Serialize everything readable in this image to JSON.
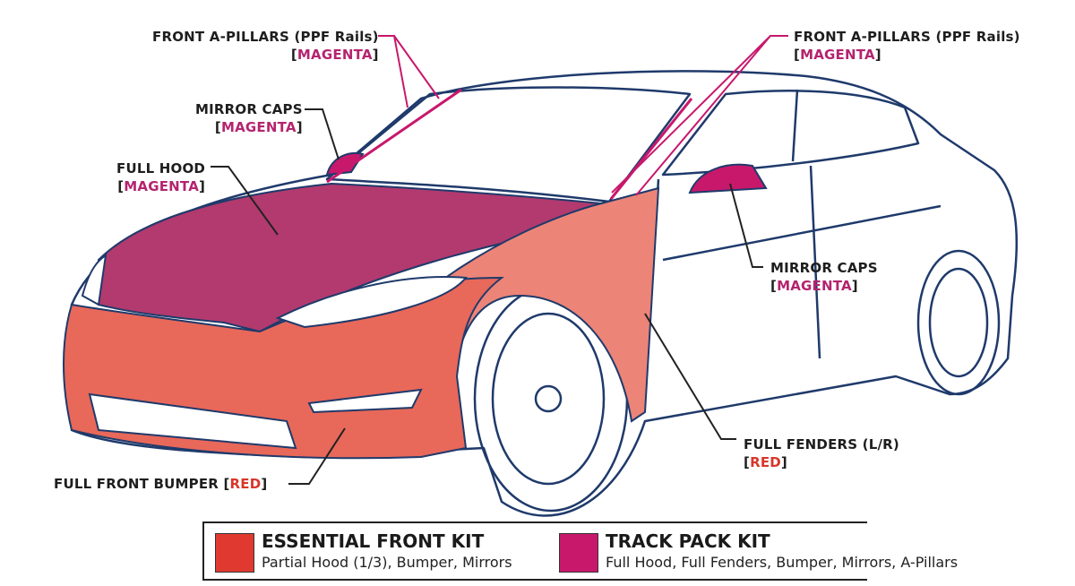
{
  "callouts": {
    "a_pillars_left": {
      "title": "FRONT A-PILLARS (PPF Rails)",
      "color_label": "MAGENTA"
    },
    "a_pillars_right": {
      "title": "FRONT A-PILLARS (PPF Rails)",
      "color_label": "MAGENTA"
    },
    "mirror_caps_left": {
      "title": "MIRROR CAPS",
      "color_label": "MAGENTA"
    },
    "mirror_caps_right": {
      "title": "MIRROR CAPS",
      "color_label": "MAGENTA"
    },
    "full_hood": {
      "title": "FULL HOOD",
      "color_label": "MAGENTA"
    },
    "full_fenders": {
      "title": "FULL FENDERS (L/R)",
      "color_label": "RED"
    },
    "front_bumper": {
      "title": "FULL FRONT BUMPER",
      "color_label": "RED"
    }
  },
  "legend": {
    "items": [
      {
        "title": "ESSENTIAL FRONT KIT",
        "subtitle": "Partial Hood (1/3), Bumper, Mirrors",
        "color": "#e03a30"
      },
      {
        "title": "TRACK PACK KIT",
        "subtitle": "Full Hood, Full Fenders, Bumper, Mirrors, A-Pillars",
        "color": "#c8186c"
      }
    ]
  },
  "colors": {
    "outline": "#1f3a6b",
    "red_fill": "#e8685a",
    "magenta_fill": "#b23a6e",
    "callout_magenta": "#c8186c"
  }
}
